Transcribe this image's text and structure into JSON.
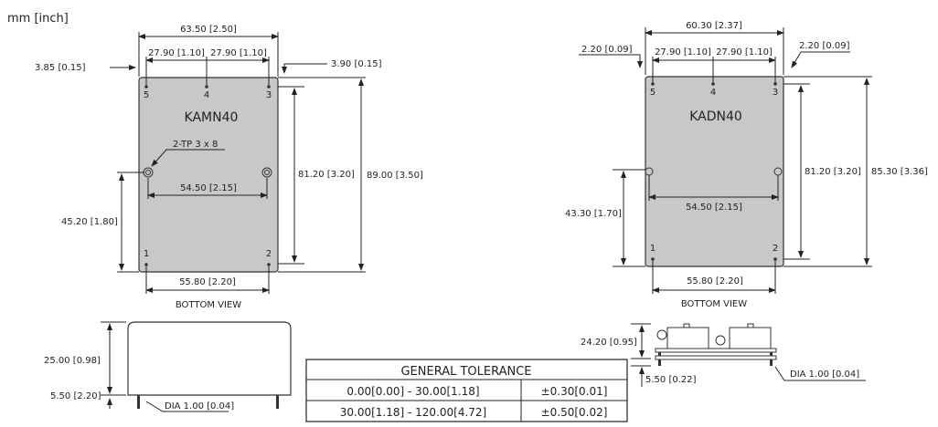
{
  "units_label": "mm [inch]",
  "left": {
    "model": "KAMN40",
    "width_total": "63.50 [2.50]",
    "pitch_a": "27.90 [1.10]",
    "pitch_b": "27.90 [1.10]",
    "offset_left": "3.85 [0.15]",
    "offset_right": "3.90 [0.15]",
    "tp_label": "2-TP 3 x 8",
    "tp_spacing": "54.50 [2.15]",
    "pin_span_v": "81.20 [3.20]",
    "height_total": "89.00 [3.50]",
    "tp_height": "45.20 [1.80]",
    "pin_span_h": "55.80 [2.20]",
    "view_label": "BOTTOM VIEW",
    "pins": [
      "5",
      "4",
      "3",
      "1",
      "2"
    ],
    "side_height": "25.00 [0.98]",
    "side_pin": "5.50 [2.20]",
    "side_dia": "DIA 1.00 [0.04]"
  },
  "right": {
    "model": "KADN40",
    "width_total": "60.30 [2.37]",
    "pitch_a": "27.90 [1.10]",
    "pitch_b": "27.90 [1.10]",
    "offset_left": "2.20 [0.09]",
    "offset_right": "2.20 [0.09]",
    "tp_spacing": "54.50 [2.15]",
    "pin_span_v": "81.20 [3.20]",
    "height_total": "85.30 [3.36]",
    "tp_height": "43.30 [1.70]",
    "pin_span_h": "55.80 [2.20]",
    "view_label": "BOTTOM VIEW",
    "pins": [
      "5",
      "4",
      "3",
      "1",
      "2"
    ],
    "side_height": "24.20 [0.95]",
    "side_pin": "5.50 [0.22]",
    "side_dia": "DIA 1.00 [0.04]"
  },
  "tolerance": {
    "title": "GENERAL TOLERANCE",
    "rows": [
      {
        "range": "0.00[0.00] - 30.00[1.18]",
        "tol": "±0.30[0.01]"
      },
      {
        "range": "30.00[1.18] - 120.00[4.72]",
        "tol": "±0.50[0.02]"
      }
    ]
  }
}
